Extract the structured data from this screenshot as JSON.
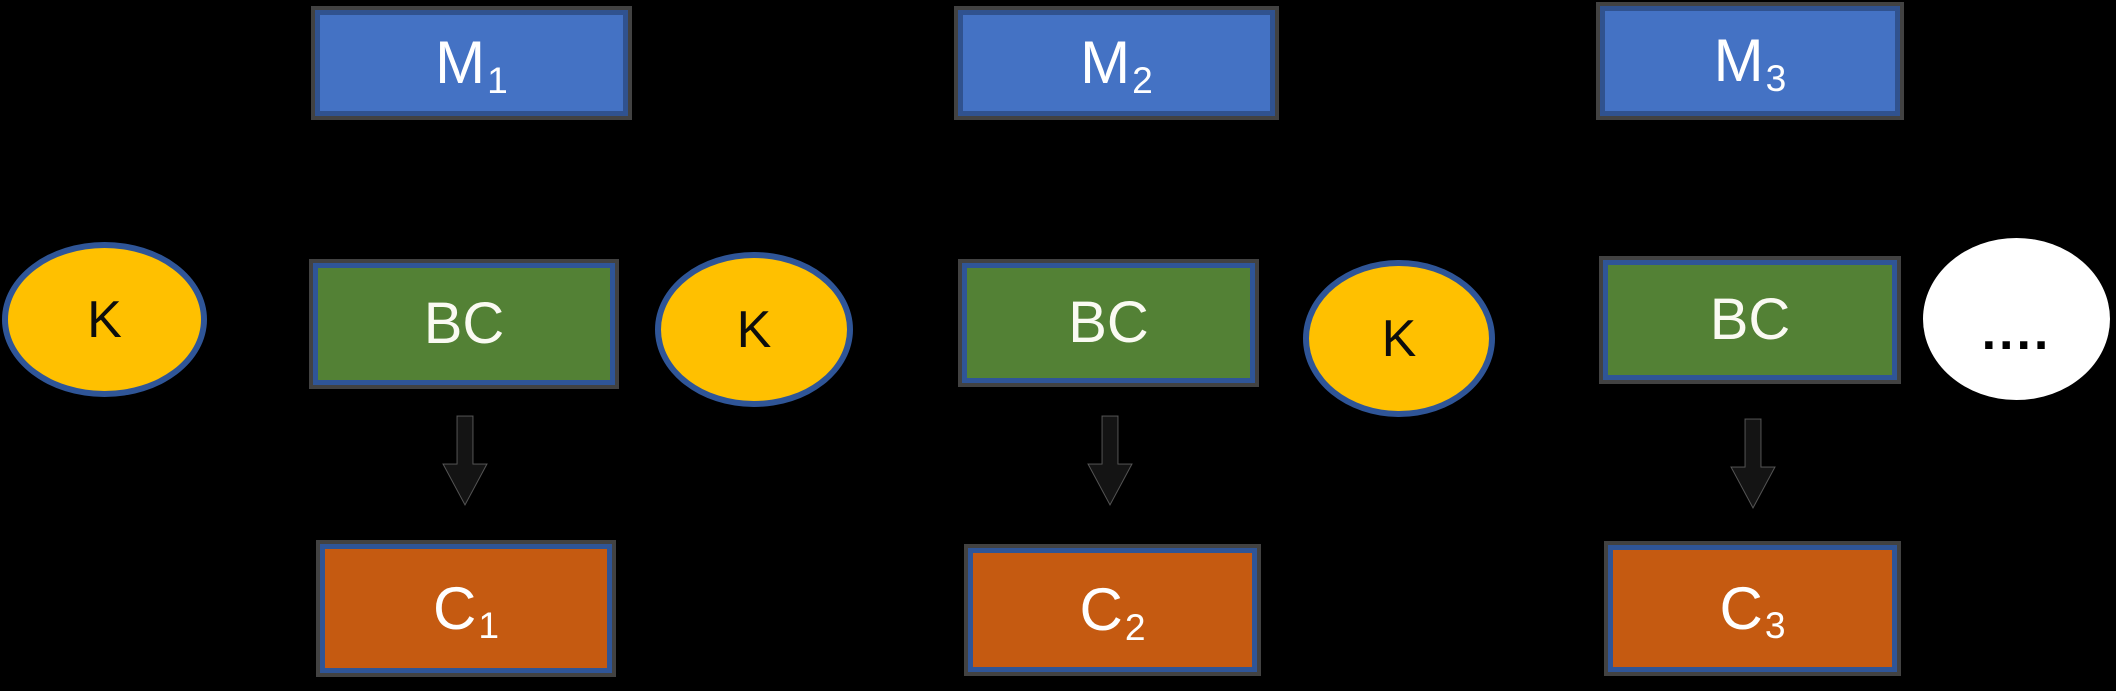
{
  "diagram": {
    "type": "flow-diagram",
    "description_visible_elements": "three-column block cipher flow",
    "columns": [
      {
        "message_base": "M",
        "message_sub": "1",
        "key_label": "K",
        "block_cipher_label": "BC",
        "cipher_base": "C",
        "cipher_sub": "1"
      },
      {
        "message_base": "M",
        "message_sub": "2",
        "key_label": "K",
        "block_cipher_label": "BC",
        "cipher_base": "C",
        "cipher_sub": "2"
      },
      {
        "message_base": "M",
        "message_sub": "3",
        "key_label": "K",
        "block_cipher_label": "BC",
        "cipher_base": "C",
        "cipher_sub": "3"
      }
    ],
    "ellipsis_label": "....",
    "colors": {
      "background": "#000000",
      "message_fill": "#4472C4",
      "message_border": "#30528F",
      "block_cipher_fill": "#538135",
      "ciphertext_fill": "#C55A11",
      "key_fill": "#FFC000",
      "blue_border": "#2F5597",
      "halo_gray": "#787878",
      "arrow_fill": "#141414",
      "ellipsis_fill": "#FFFFFF",
      "box_text": "#FFFFFF",
      "key_text": "#0D0D0D"
    }
  }
}
